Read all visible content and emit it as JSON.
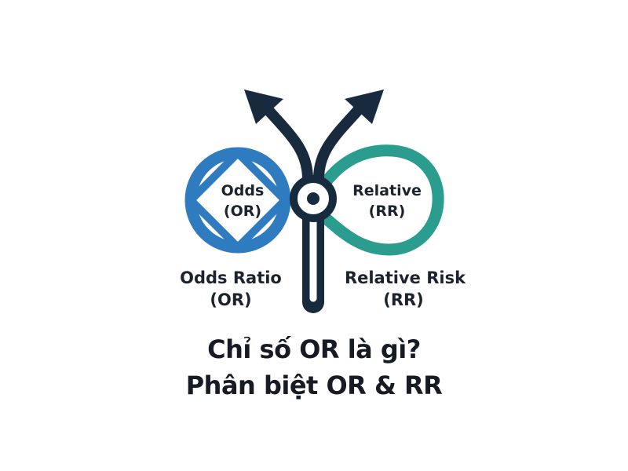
{
  "colors": {
    "odds_blue": "#2f7bbf",
    "relative_teal": "#2a9d8f",
    "navy": "#172a3e",
    "text": "#1b2230"
  },
  "left_loop": {
    "line1": "Odds",
    "line2": "(OR)",
    "caption_line1": "Odds Ratio",
    "caption_line2": "(OR)"
  },
  "right_loop": {
    "line1": "Relative",
    "line2": "(RR)",
    "caption_line1": "Relative Risk",
    "caption_line2": "(RR)"
  },
  "title": {
    "line1": "Chỉ số OR là gì?",
    "line2": "Phân biệt OR & RR"
  }
}
